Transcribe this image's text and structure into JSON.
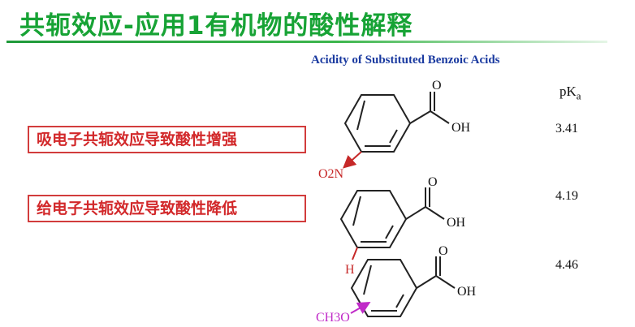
{
  "title": "共轭效应-应用1有机物的酸性解释",
  "subtitle": "Acidity of Substituted Benzoic Acids",
  "pka_header": {
    "main": "pK",
    "sub": "a"
  },
  "callouts": [
    {
      "text": "吸电子共轭效应导致酸性增强",
      "color": "#d2282a"
    },
    {
      "text": "给电子共轭效应导致酸性降低",
      "color": "#d2282a"
    }
  ],
  "compounds": [
    {
      "substituent": "O2N",
      "pka": "3.41",
      "color": "#c62828"
    },
    {
      "substituent": "H",
      "pka": "4.19",
      "color": "#c62828"
    },
    {
      "substituent": "CH3O",
      "pka": "4.46",
      "color": "#c02bc8"
    }
  ],
  "atoms": {
    "carbonyl_o": "O",
    "hydroxyl": "OH"
  },
  "colors": {
    "title": "#17a335",
    "subtitle": "#1a3aa0",
    "callout": "#d2282a"
  }
}
